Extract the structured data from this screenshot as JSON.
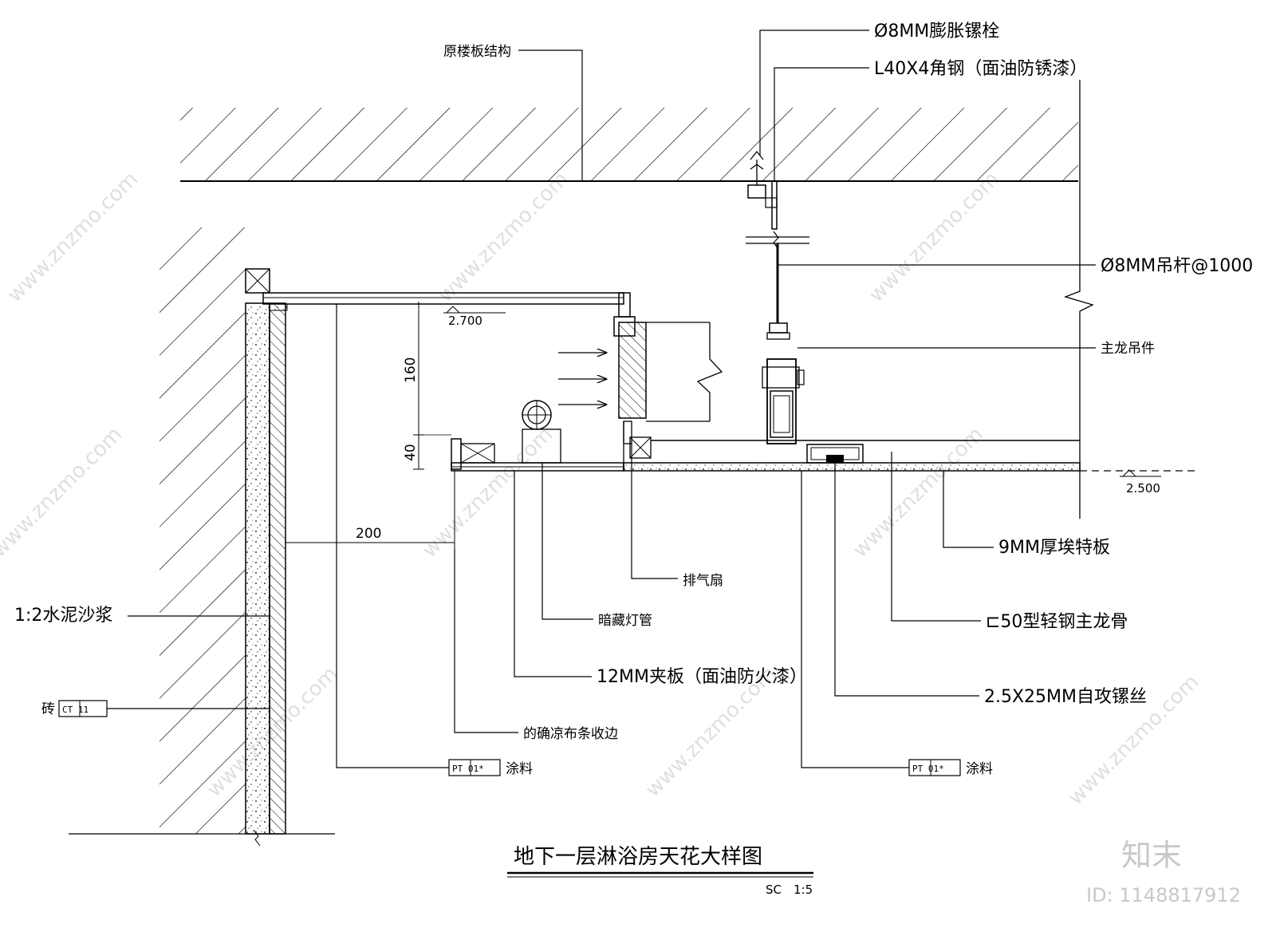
{
  "drawing": {
    "title": "地下一层淋浴房天花大样图",
    "scale_code": "SC",
    "scale": "1:5"
  },
  "labels": {
    "slab": "原楼板结构",
    "bolt": "Ø8MM膨胀镙栓",
    "angle_steel": "L40X4角钢（面油防锈漆）",
    "hanger_rod": "Ø8MM吊杆@1000",
    "main_hanger": "主龙吊件",
    "board": "9MM厚埃特板",
    "main_keel": "⊏50型轻钢主龙骨",
    "screw": "2.5X25MM自攻镙丝",
    "fan": "排气扇",
    "lamp": "暗藏灯管",
    "plywood": "12MM夹板（面油防火漆）",
    "trim": "的确凉布条收边",
    "mortar": "1:2水泥沙浆",
    "brick": "砖",
    "paint": "涂料"
  },
  "tags": {
    "ct": "CT 11",
    "pt": "PT 01*"
  },
  "dimensions": {
    "d160": "160",
    "d40": "40",
    "d200": "200",
    "level_upper": "2.700",
    "level_lower": "2.500"
  },
  "watermark": {
    "site": "www.znzmo.com",
    "logo": "知末",
    "id": "ID: 1148817912"
  }
}
